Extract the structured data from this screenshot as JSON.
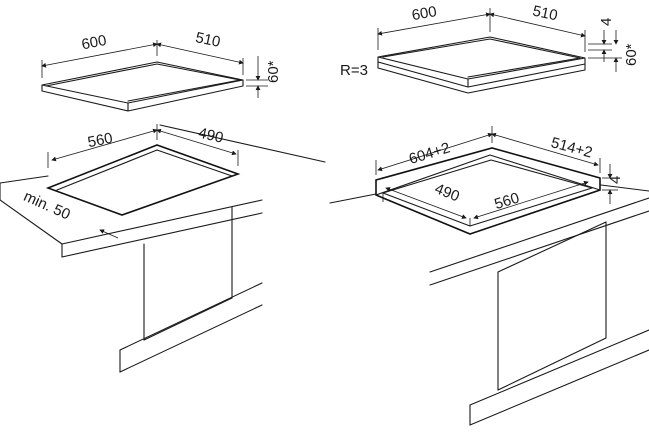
{
  "left_top": {
    "width_label": "600",
    "depth_label": "510",
    "height_label": "60*"
  },
  "left_bottom": {
    "cutout_width_label": "560",
    "cutout_depth_label": "490",
    "min_edge_label": "min. 50"
  },
  "right_top": {
    "width_label": "600",
    "depth_label": "510",
    "thickness_label": "4",
    "height_label": "60*",
    "radius_label": "R=3"
  },
  "right_bottom": {
    "outer_width_label": "604+2",
    "outer_depth_label": "514+2",
    "thickness_label": "4",
    "cutout_width_label": "560",
    "cutout_depth_label": "490"
  }
}
